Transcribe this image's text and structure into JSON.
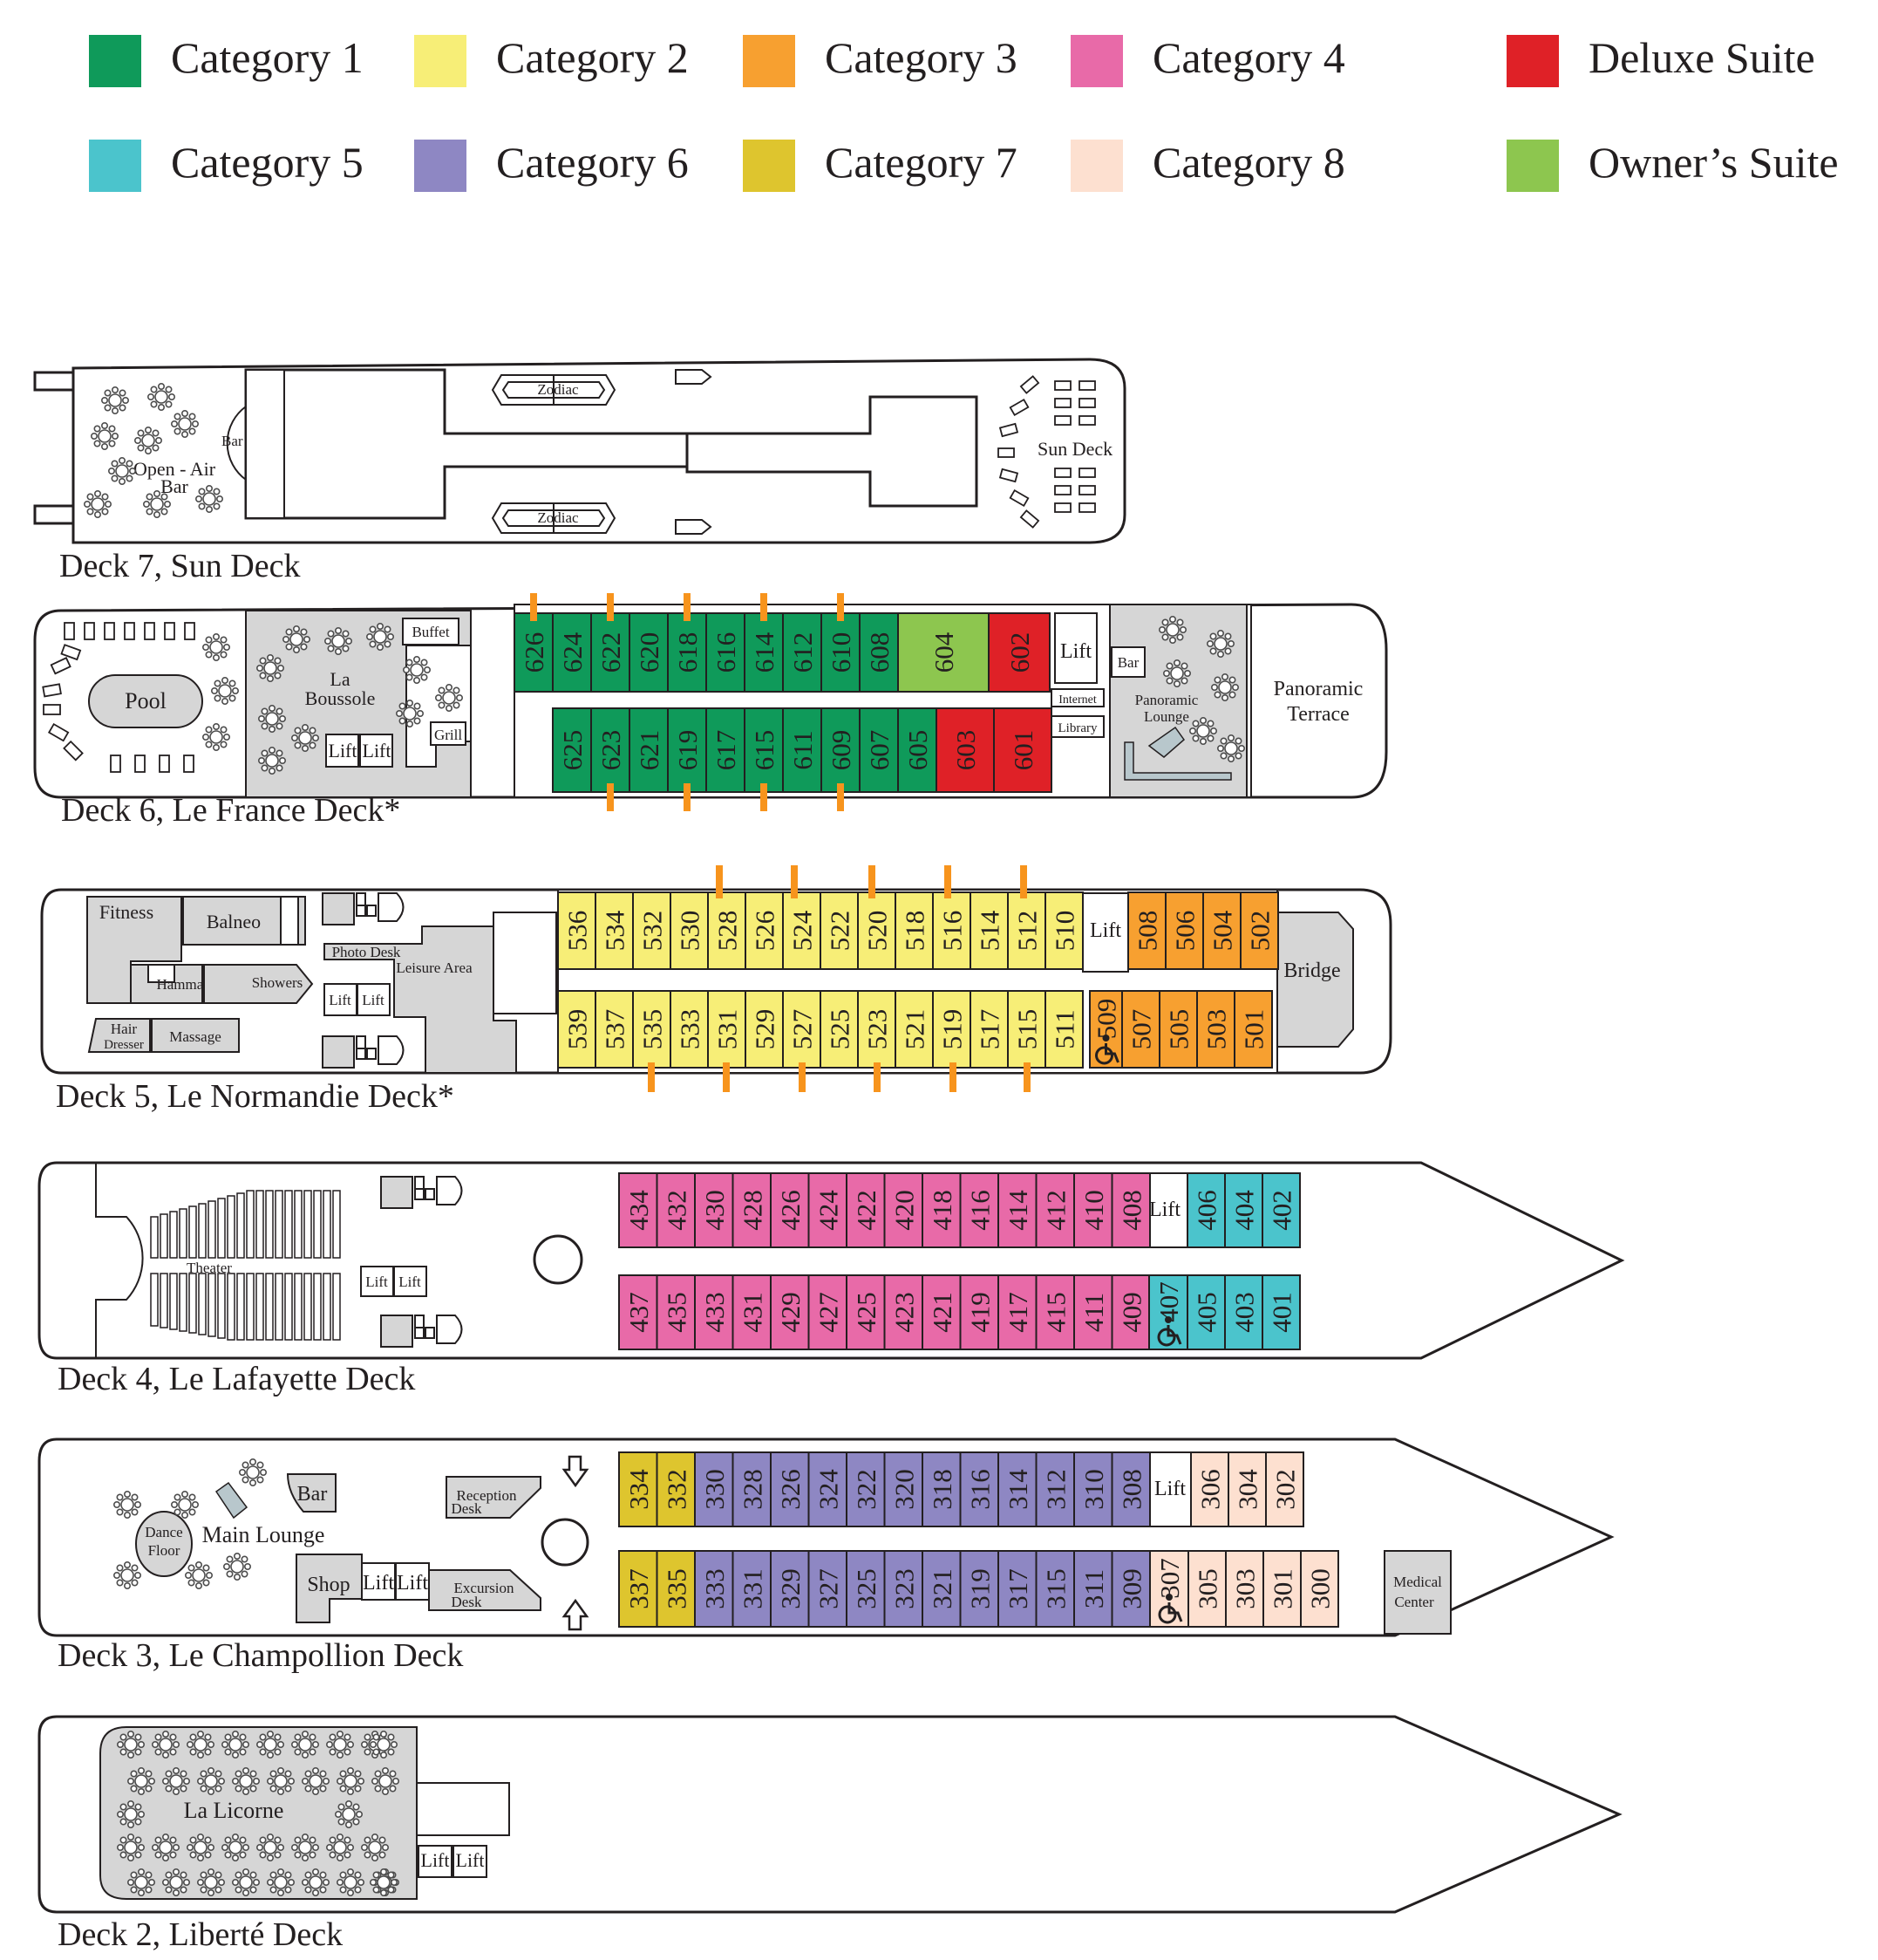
{
  "colors": {
    "c1": "#0f9a5a",
    "c2": "#f7ee77",
    "c3": "#f7a030",
    "c4": "#e86aa8",
    "c5": "#4bc4cc",
    "c6": "#8e87c3",
    "c7": "#dec52e",
    "c8": "#fde0d0",
    "deluxe": "#df2127",
    "owner": "#8dc64f",
    "venue": "#d6d6d6",
    "line": "#231f20",
    "connector": "#f7941d"
  },
  "legend": [
    {
      "key": "c1",
      "label": "Category 1"
    },
    {
      "key": "c2",
      "label": "Category 2"
    },
    {
      "key": "c3",
      "label": "Category 3"
    },
    {
      "key": "c4",
      "label": "Category 4"
    },
    {
      "key": "deluxe",
      "label": "Deluxe Suite"
    },
    {
      "key": "c5",
      "label": "Category 5"
    },
    {
      "key": "c6",
      "label": "Category 6"
    },
    {
      "key": "c7",
      "label": "Category 7"
    },
    {
      "key": "c8",
      "label": "Category 8"
    },
    {
      "key": "owner",
      "label": "Owner’s Suite"
    }
  ],
  "decks": {
    "d7": {
      "title": "Deck 7, Sun Deck",
      "open_air_bar": "Open - Air",
      "open_air_bar_2": "Bar",
      "bar": "Bar",
      "zodiac_top": "Zodiac",
      "zodiac_bottom": "Zodiac",
      "sun_deck": "Sun Deck"
    },
    "d6": {
      "title": "Deck 6, Le France Deck*",
      "pool": "Pool",
      "la_boussole": "La",
      "la_boussole_2": "Boussole",
      "buffet": "Buffet",
      "grill": "Grill",
      "lift_a": "Lift",
      "lift_b": "Lift",
      "lift_c": "Lift",
      "internet": "Internet",
      "library": "Library",
      "bar": "Bar",
      "panoramic_lounge": "Panoramic",
      "panoramic_lounge_2": "Lounge",
      "panoramic_terrace": "Panoramic",
      "panoramic_terrace_2": "Terrace",
      "top_row": [
        {
          "n": "626",
          "c": "c1"
        },
        {
          "n": "624",
          "c": "c1"
        },
        {
          "n": "622",
          "c": "c1"
        },
        {
          "n": "620",
          "c": "c1"
        },
        {
          "n": "618",
          "c": "c1"
        },
        {
          "n": "616",
          "c": "c1"
        },
        {
          "n": "614",
          "c": "c1"
        },
        {
          "n": "612",
          "c": "c1"
        },
        {
          "n": "610",
          "c": "c1"
        },
        {
          "n": "608",
          "c": "c1"
        },
        {
          "n": "604",
          "c": "owner"
        },
        {
          "n": "602",
          "c": "deluxe"
        }
      ],
      "bottom_row": [
        {
          "n": "625",
          "c": "c1"
        },
        {
          "n": "623",
          "c": "c1"
        },
        {
          "n": "621",
          "c": "c1"
        },
        {
          "n": "619",
          "c": "c1"
        },
        {
          "n": "617",
          "c": "c1"
        },
        {
          "n": "615",
          "c": "c1"
        },
        {
          "n": "611",
          "c": "c1"
        },
        {
          "n": "609",
          "c": "c1"
        },
        {
          "n": "607",
          "c": "c1"
        },
        {
          "n": "605",
          "c": "c1"
        },
        {
          "n": "603",
          "c": "deluxe"
        },
        {
          "n": "601",
          "c": "deluxe"
        }
      ]
    },
    "d5": {
      "title": "Deck 5, Le Normandie Deck*",
      "fitness": "Fitness",
      "balneo": "Balneo",
      "hammam": "Hammam",
      "showers": "Showers",
      "hair_dresser": "Hair",
      "hair_dresser_2": "Dresser",
      "massage": "Massage",
      "photo_desk": "Photo Desk",
      "leisure_area": "Leisure Area",
      "lift_a": "Lift",
      "lift_b": "Lift",
      "lift_c": "Lift",
      "bridge": "Bridge",
      "top_row": [
        {
          "n": "536",
          "c": "c2"
        },
        {
          "n": "534",
          "c": "c2"
        },
        {
          "n": "532",
          "c": "c2"
        },
        {
          "n": "530",
          "c": "c2"
        },
        {
          "n": "528",
          "c": "c2"
        },
        {
          "n": "526",
          "c": "c2"
        },
        {
          "n": "524",
          "c": "c2"
        },
        {
          "n": "522",
          "c": "c2"
        },
        {
          "n": "520",
          "c": "c2"
        },
        {
          "n": "518",
          "c": "c2"
        },
        {
          "n": "516",
          "c": "c2"
        },
        {
          "n": "514",
          "c": "c2"
        },
        {
          "n": "512",
          "c": "c2"
        },
        {
          "n": "510",
          "c": "c2"
        }
      ],
      "top_row_fore": [
        {
          "n": "508",
          "c": "c3"
        },
        {
          "n": "506",
          "c": "c3"
        },
        {
          "n": "504",
          "c": "c3"
        },
        {
          "n": "502",
          "c": "c3"
        }
      ],
      "bottom_row": [
        {
          "n": "539",
          "c": "c2"
        },
        {
          "n": "537",
          "c": "c2"
        },
        {
          "n": "535",
          "c": "c2"
        },
        {
          "n": "533",
          "c": "c2"
        },
        {
          "n": "531",
          "c": "c2"
        },
        {
          "n": "529",
          "c": "c2"
        },
        {
          "n": "527",
          "c": "c2"
        },
        {
          "n": "525",
          "c": "c2"
        },
        {
          "n": "523",
          "c": "c2"
        },
        {
          "n": "521",
          "c": "c2"
        },
        {
          "n": "519",
          "c": "c2"
        },
        {
          "n": "517",
          "c": "c2"
        },
        {
          "n": "515",
          "c": "c2"
        },
        {
          "n": "511",
          "c": "c2"
        }
      ],
      "bottom_row_fore": [
        {
          "n": "509",
          "c": "c3"
        },
        {
          "n": "507",
          "c": "c3"
        },
        {
          "n": "505",
          "c": "c3"
        },
        {
          "n": "503",
          "c": "c3"
        },
        {
          "n": "501",
          "c": "c3"
        }
      ]
    },
    "d4": {
      "title": "Deck 4, Le Lafayette Deck",
      "theater": "Theater",
      "lift_a": "Lift",
      "lift_b": "Lift",
      "lift_c": "Lift",
      "top_row": [
        {
          "n": "434",
          "c": "c4"
        },
        {
          "n": "432",
          "c": "c4"
        },
        {
          "n": "430",
          "c": "c4"
        },
        {
          "n": "428",
          "c": "c4"
        },
        {
          "n": "426",
          "c": "c4"
        },
        {
          "n": "424",
          "c": "c4"
        },
        {
          "n": "422",
          "c": "c4"
        },
        {
          "n": "420",
          "c": "c4"
        },
        {
          "n": "418",
          "c": "c4"
        },
        {
          "n": "416",
          "c": "c4"
        },
        {
          "n": "414",
          "c": "c4"
        },
        {
          "n": "412",
          "c": "c4"
        },
        {
          "n": "410",
          "c": "c4"
        },
        {
          "n": "408",
          "c": "c4"
        }
      ],
      "top_row_fore": [
        {
          "n": "406",
          "c": "c5"
        },
        {
          "n": "404",
          "c": "c5"
        },
        {
          "n": "402",
          "c": "c5"
        }
      ],
      "bottom_row": [
        {
          "n": "437",
          "c": "c4"
        },
        {
          "n": "435",
          "c": "c4"
        },
        {
          "n": "433",
          "c": "c4"
        },
        {
          "n": "431",
          "c": "c4"
        },
        {
          "n": "429",
          "c": "c4"
        },
        {
          "n": "427",
          "c": "c4"
        },
        {
          "n": "425",
          "c": "c4"
        },
        {
          "n": "423",
          "c": "c4"
        },
        {
          "n": "421",
          "c": "c4"
        },
        {
          "n": "419",
          "c": "c4"
        },
        {
          "n": "417",
          "c": "c4"
        },
        {
          "n": "415",
          "c": "c4"
        },
        {
          "n": "411",
          "c": "c4"
        },
        {
          "n": "409",
          "c": "c4"
        }
      ],
      "bottom_row_fore": [
        {
          "n": "407",
          "c": "c5"
        },
        {
          "n": "405",
          "c": "c5"
        },
        {
          "n": "403",
          "c": "c5"
        },
        {
          "n": "401",
          "c": "c5"
        }
      ]
    },
    "d3": {
      "title": "Deck 3, Le Champollion Deck",
      "bar": "Bar",
      "dance_floor": "Dance",
      "dance_floor_2": "Floor",
      "main_lounge": "Main Lounge",
      "shop": "Shop",
      "lift_a": "Lift",
      "lift_b": "Lift",
      "lift_c": "Lift",
      "reception_desk": "Reception",
      "reception_desk_2": "Desk",
      "excursion_desk": "Excursion",
      "excursion_desk_2": "Desk",
      "medical_center": "Medical",
      "medical_center_2": "Center",
      "top_row": [
        {
          "n": "334",
          "c": "c7"
        },
        {
          "n": "332",
          "c": "c7"
        },
        {
          "n": "330",
          "c": "c6"
        },
        {
          "n": "328",
          "c": "c6"
        },
        {
          "n": "326",
          "c": "c6"
        },
        {
          "n": "324",
          "c": "c6"
        },
        {
          "n": "322",
          "c": "c6"
        },
        {
          "n": "320",
          "c": "c6"
        },
        {
          "n": "318",
          "c": "c6"
        },
        {
          "n": "316",
          "c": "c6"
        },
        {
          "n": "314",
          "c": "c6"
        },
        {
          "n": "312",
          "c": "c6"
        },
        {
          "n": "310",
          "c": "c6"
        },
        {
          "n": "308",
          "c": "c6"
        }
      ],
      "top_row_fore": [
        {
          "n": "306",
          "c": "c8"
        },
        {
          "n": "304",
          "c": "c8"
        },
        {
          "n": "302",
          "c": "c8"
        }
      ],
      "bottom_row": [
        {
          "n": "337",
          "c": "c7"
        },
        {
          "n": "335",
          "c": "c7"
        },
        {
          "n": "333",
          "c": "c6"
        },
        {
          "n": "331",
          "c": "c6"
        },
        {
          "n": "329",
          "c": "c6"
        },
        {
          "n": "327",
          "c": "c6"
        },
        {
          "n": "325",
          "c": "c6"
        },
        {
          "n": "323",
          "c": "c6"
        },
        {
          "n": "321",
          "c": "c6"
        },
        {
          "n": "319",
          "c": "c6"
        },
        {
          "n": "317",
          "c": "c6"
        },
        {
          "n": "315",
          "c": "c6"
        },
        {
          "n": "311",
          "c": "c6"
        },
        {
          "n": "309",
          "c": "c6"
        }
      ],
      "bottom_row_fore": [
        {
          "n": "307",
          "c": "c8"
        },
        {
          "n": "305",
          "c": "c8"
        },
        {
          "n": "303",
          "c": "c8"
        },
        {
          "n": "301",
          "c": "c8"
        },
        {
          "n": "300",
          "c": "c8"
        }
      ]
    },
    "d2": {
      "title": "Deck 2, Liberté Deck",
      "la_licorne": "La Licorne",
      "lift_a": "Lift",
      "lift_b": "Lift"
    }
  }
}
